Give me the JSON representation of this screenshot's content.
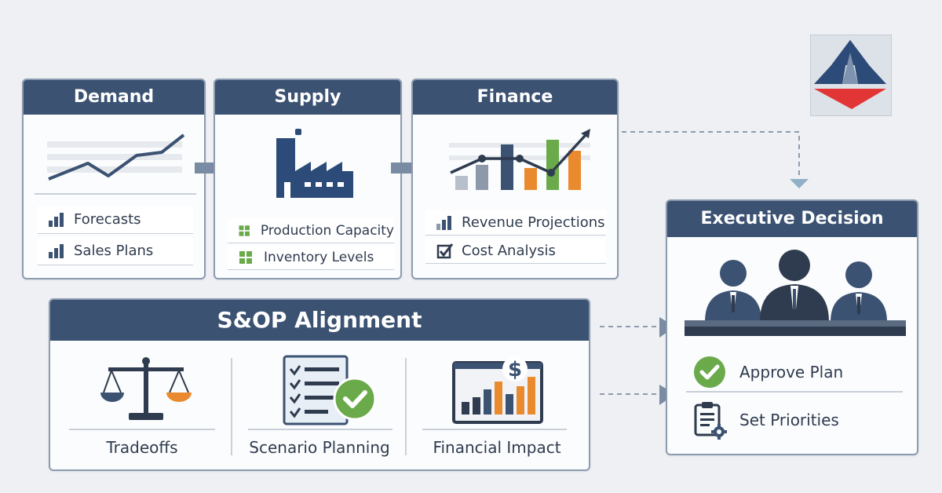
{
  "cards": {
    "demand": {
      "title": "Demand",
      "items": [
        "Forecasts",
        "Sales Plans"
      ]
    },
    "supply": {
      "title": "Supply",
      "items": [
        "Production Capacity",
        "Inventory Levels"
      ]
    },
    "finance": {
      "title": "Finance",
      "items": [
        "Revenue Projections",
        "Cost Analysis"
      ]
    }
  },
  "alignment": {
    "title": "S&OP Alignment",
    "items": [
      "Tradeoffs",
      "Scenario Planning",
      "Financial Impact"
    ]
  },
  "executive": {
    "title": "Executive Decision",
    "items": [
      "Approve Plan",
      "Set Priorities"
    ]
  },
  "colors": {
    "header": "#3b5272",
    "orange": "#ea8a2e",
    "green": "#6aaa4a",
    "red": "#e23636",
    "navy": "#2d4b78"
  },
  "icons": [
    "line-chart-icon",
    "factory-icon",
    "bar-line-chart-icon",
    "bar-chart-icon",
    "grid-icon",
    "checkbox-icon",
    "executives-icon",
    "check-circle-icon",
    "clipboard-gear-icon",
    "scale-icon",
    "checklist-icon",
    "dollar-chart-icon",
    "logo-icon"
  ]
}
